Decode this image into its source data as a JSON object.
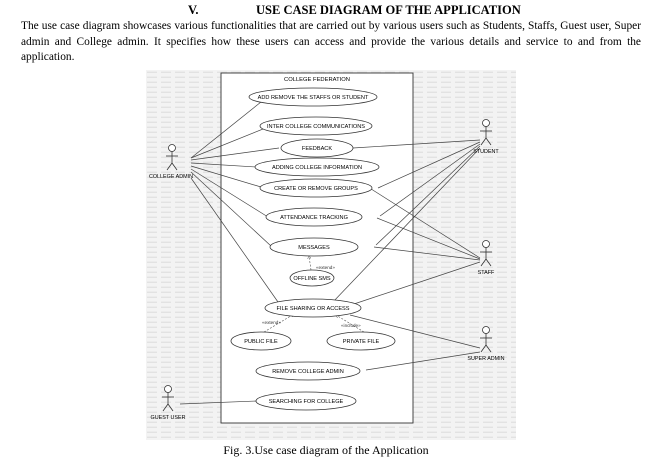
{
  "section": {
    "number": "V.",
    "title": "USE CASE DIAGRAM OF THE APPLICATION"
  },
  "paragraph": "The use case diagram showcases various functionalities that are carried out by various users such as Students, Staffs, Guest user, Super admin and College admin. It specifies how these users can access and provide the various details and service to and from the application.",
  "diagram": {
    "system_name": "COLLEGE FEDERATION",
    "actors": {
      "college_admin": "COLLEGE ADMIN",
      "student": "STUDENT",
      "staff": "STAFF",
      "super_admin": "SUPER ADMIN",
      "guest_user": "GUEST USER"
    },
    "use_cases": {
      "add_remove": "ADD REMOVE THE STAFFS OR STUDENT",
      "inter_college": "INTER COLLEGE COMMUNICATIONS",
      "feedback": "FEEDBACK",
      "adding_info": "ADDING COLLEGE INFORMATION",
      "create_groups": "CREATE OR REMOVE GROUPS",
      "attendance": "ATTENDANCE TRACKING",
      "messages": "MESSAGES",
      "offline_sms": "OFFLINE SMS",
      "file_sharing": "FILE SHARING OR ACCESS",
      "public_file": "PUBLIC FILE",
      "private_file": "PRIVATE FILE",
      "remove_admin": "REMOVE COLLEGE ADMIN",
      "searching": "SEARCHING FOR COLLEGE"
    },
    "relations": {
      "extend_sms": "«extend»",
      "extend_public": "«extend»",
      "include_private": "«include»"
    }
  },
  "caption": "Fig. 3.Use case diagram of the Application"
}
